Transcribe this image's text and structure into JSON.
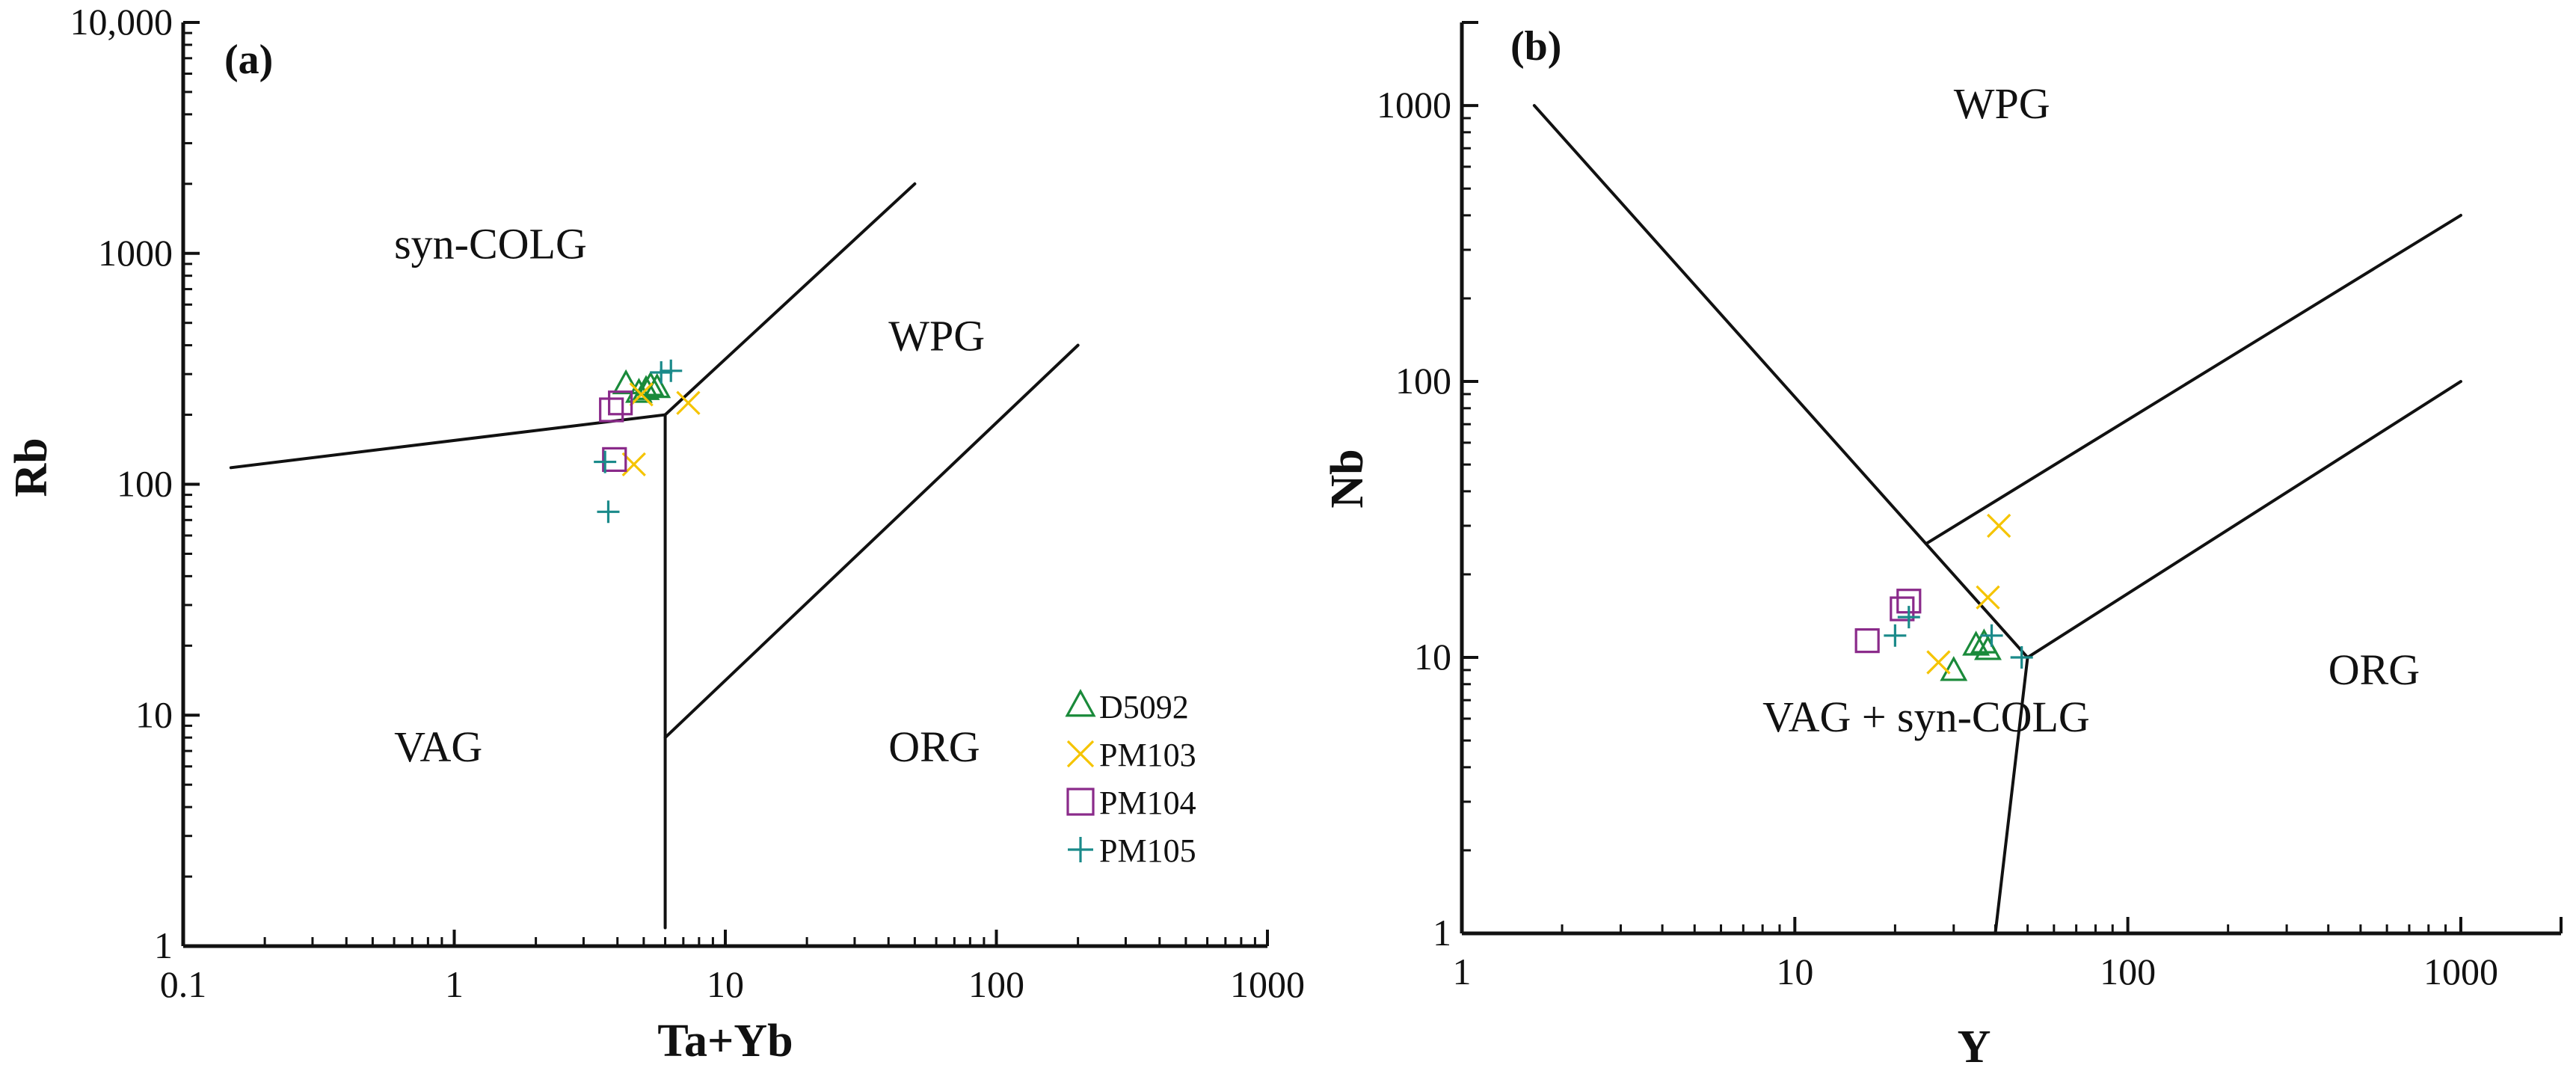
{
  "colors": {
    "D5092": "#1a8a3a",
    "PM103": "#f5c400",
    "PM104": "#8a2a8a",
    "PM105": "#1a8a8a",
    "lines": "#111111"
  },
  "legend": [
    {
      "key": "D5092",
      "label": "D5092",
      "marker": "triangle"
    },
    {
      "key": "PM103",
      "label": "PM103",
      "marker": "x"
    },
    {
      "key": "PM104",
      "label": "PM104",
      "marker": "square"
    },
    {
      "key": "PM105",
      "label": "PM105",
      "marker": "plus"
    }
  ],
  "chart_data": [
    {
      "panel": "(a)",
      "type": "scatter",
      "xlabel": "Ta+Yb",
      "ylabel": "Rb",
      "xscale": "log",
      "yscale": "log",
      "xlim": [
        0.1,
        1000
      ],
      "ylim": [
        1,
        10000
      ],
      "xticks": [
        {
          "v": 0.1,
          "label": "0.1"
        },
        {
          "v": 1,
          "label": "1"
        },
        {
          "v": 10,
          "label": "10"
        },
        {
          "v": 100,
          "label": "100"
        },
        {
          "v": 1000,
          "label": "1000"
        }
      ],
      "yticks": [
        {
          "v": 1,
          "label": "1"
        },
        {
          "v": 10,
          "label": "10"
        },
        {
          "v": 100,
          "label": "100"
        },
        {
          "v": 1000,
          "label": "1000"
        },
        {
          "v": 10000,
          "label": "10,000"
        }
      ],
      "fields": [
        {
          "label": "syn-COLG",
          "x": 0.6,
          "y": 950
        },
        {
          "label": "WPG",
          "x": 40,
          "y": 380
        },
        {
          "label": "VAG",
          "x": 0.6,
          "y": 6.3
        },
        {
          "label": "ORG",
          "x": 40,
          "y": 6.3
        }
      ],
      "boundaries": [
        [
          [
            0.15,
            118
          ],
          [
            6,
            200
          ]
        ],
        [
          [
            6,
            200
          ],
          [
            6,
            1.2
          ]
        ],
        [
          [
            6,
            200
          ],
          [
            50,
            2000
          ]
        ],
        [
          [
            6,
            8
          ],
          [
            200,
            400
          ]
        ]
      ],
      "grid": false,
      "legend_position": "bottom-right",
      "series": [
        {
          "name": "D5092",
          "marker": "triangle",
          "points": [
            [
              4.3,
              270
            ],
            [
              5.3,
              265
            ],
            [
              5.1,
              255
            ],
            [
              5.6,
              260
            ],
            [
              4.8,
              248
            ]
          ]
        },
        {
          "name": "PM103",
          "marker": "x",
          "points": [
            [
              4.9,
              245
            ],
            [
              7.3,
              225
            ],
            [
              4.6,
              122
            ]
          ]
        },
        {
          "name": "PM104",
          "marker": "square",
          "points": [
            [
              3.8,
              210
            ],
            [
              4.1,
              225
            ],
            [
              3.9,
              128
            ]
          ]
        },
        {
          "name": "PM105",
          "marker": "plus",
          "points": [
            [
              5.8,
              305
            ],
            [
              6.3,
              310
            ],
            [
              3.6,
              125
            ],
            [
              3.7,
              76
            ]
          ]
        }
      ]
    },
    {
      "panel": "(b)",
      "type": "scatter",
      "xlabel": "Y",
      "ylabel": "Nb",
      "xscale": "log",
      "yscale": "log",
      "xlim": [
        1,
        2000
      ],
      "ylim": [
        1,
        2000
      ],
      "xticks": [
        {
          "v": 1,
          "label": "1"
        },
        {
          "v": 10,
          "label": "10"
        },
        {
          "v": 100,
          "label": "100"
        },
        {
          "v": 1000,
          "label": "1000"
        }
      ],
      "yticks": [
        {
          "v": 1,
          "label": "1"
        },
        {
          "v": 10,
          "label": "10"
        },
        {
          "v": 100,
          "label": "100"
        },
        {
          "v": 1000,
          "label": "1000"
        }
      ],
      "fields": [
        {
          "label": "WPG",
          "x": 30,
          "y": 900
        },
        {
          "label": "VAG + syn-COLG",
          "x": 8,
          "y": 5.4
        },
        {
          "label": "ORG",
          "x": 400,
          "y": 8
        }
      ],
      "boundaries": [
        [
          [
            1.65,
            1000
          ],
          [
            50,
            10
          ]
        ],
        [
          [
            25,
            26
          ],
          [
            1000,
            400
          ]
        ],
        [
          [
            50,
            10
          ],
          [
            1000,
            100
          ]
        ],
        [
          [
            50,
            10
          ],
          [
            40,
            1
          ]
        ]
      ],
      "grid": false,
      "legend_position": "none",
      "series": [
        {
          "name": "D5092",
          "marker": "triangle",
          "points": [
            [
              35,
              11
            ],
            [
              37,
              11.2
            ],
            [
              38,
              10.6
            ],
            [
              30,
              8.9
            ]
          ]
        },
        {
          "name": "PM103",
          "marker": "x",
          "points": [
            [
              41,
              30
            ],
            [
              38,
              16.5
            ],
            [
              27,
              9.6
            ]
          ]
        },
        {
          "name": "PM104",
          "marker": "square",
          "points": [
            [
              22,
              16
            ],
            [
              21,
              15
            ],
            [
              16.5,
              11.5
            ]
          ]
        },
        {
          "name": "PM105",
          "marker": "plus",
          "points": [
            [
              22,
              14
            ],
            [
              20,
              12
            ],
            [
              39,
              12
            ],
            [
              48,
              10
            ]
          ]
        }
      ]
    }
  ]
}
